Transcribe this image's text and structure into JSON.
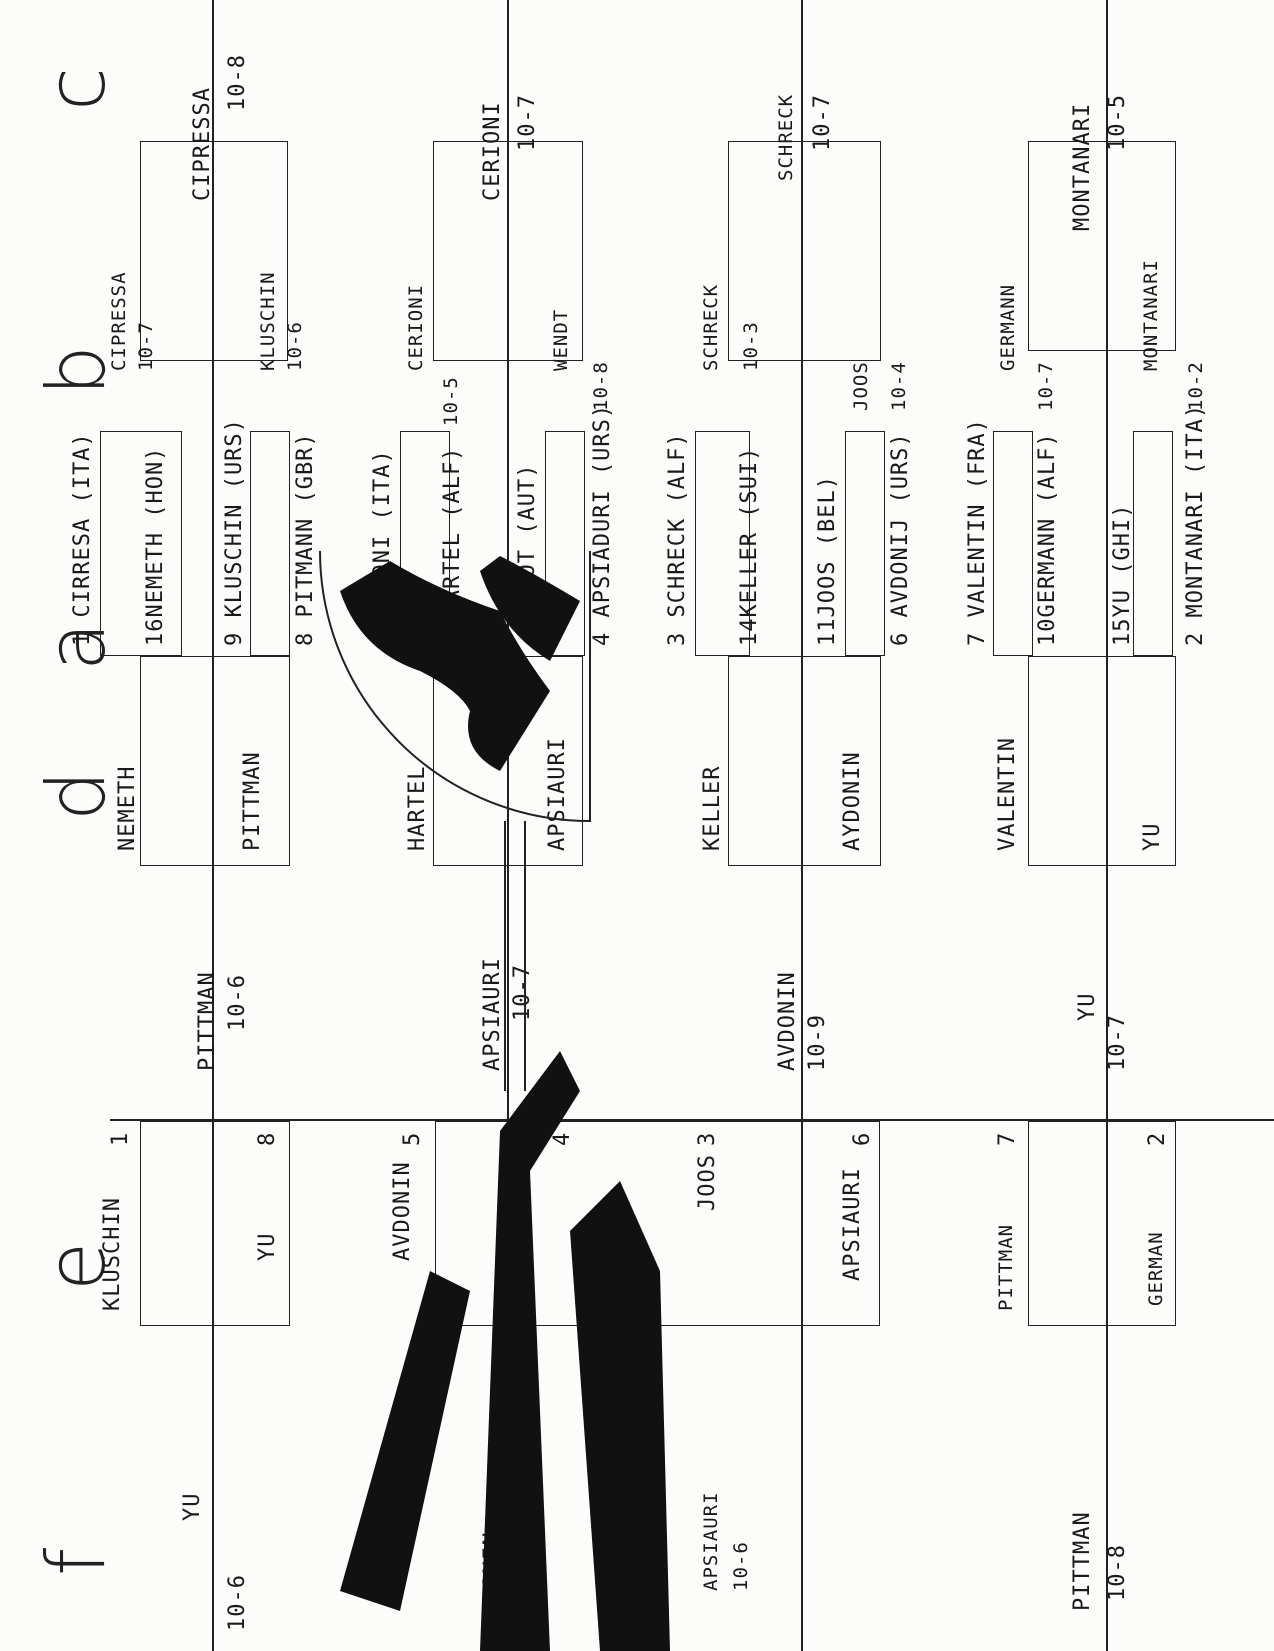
{
  "columns": {
    "a": "a",
    "b": "b",
    "c": "c",
    "d": "d",
    "e": "e",
    "f": "f"
  },
  "section_a": [
    "1 CIRRESA (ITA)",
    "16NEMETH (HON)",
    "9 KLUSCHIN (URS)",
    "8 PITMANN (GBR)",
    "RLONI (ITA)",
    "12HARTEL (ALF)",
    "ENOT (AUT)",
    "4 APSIADURI (URS)",
    "3 SCHRECK (ALF)",
    "14KELLER (SUI)",
    "11JOOS (BEL)",
    "6 AVDONIJ (URS)",
    "7 VALENTIN (FRA)",
    "10GERMANN (ALF)",
    "15YU (GHI)",
    "2 MONTANARI (ITA)"
  ],
  "section_b": [
    {
      "name": "CIPRESSA",
      "score": "10-7"
    },
    {
      "name": "KLUSCHIN",
      "score": "10-6"
    },
    {
      "name": "CERIONI",
      "score": "10-5"
    },
    {
      "name": "WENDT",
      "score": "10-8"
    },
    {
      "name": "SCHRECK",
      "score": "10-3"
    },
    {
      "name": "JOOS",
      "score": "10-4"
    },
    {
      "name": "GERMANN",
      "score": "10-7"
    },
    {
      "name": "MONTANARI",
      "score": "10-2"
    }
  ],
  "section_c": [
    {
      "name": "CIPRESSA",
      "score": "10-8"
    },
    {
      "name": "CERIONI",
      "score": "10-7"
    },
    {
      "name": "SCHRECK",
      "score": "10-7"
    },
    {
      "name": "MONTANARI",
      "score": "10-5"
    }
  ],
  "section_d": [
    "NEMETH",
    "PITTMAN",
    "HARTEL",
    "APSIAURI",
    "KELLER",
    "AYDONIN",
    "VALENTIN",
    "YU"
  ],
  "section_d_winners": [
    {
      "name": "PITTMAN",
      "score": "10-6"
    },
    {
      "name": "APSIAURI",
      "score": "10-7"
    },
    {
      "name": "AVDONIN",
      "score": "10-9"
    },
    {
      "name": "YU",
      "score": "10-7"
    }
  ],
  "section_e": [
    {
      "name": "KLUSCHIN",
      "num": "1"
    },
    {
      "name": "YU",
      "num": "8"
    },
    {
      "name": "AVDONIN",
      "num": "5"
    },
    {
      "name": "",
      "num": "4"
    },
    {
      "name": "JOOS",
      "num": "3"
    },
    {
      "name": "APSIAURI",
      "num": "6"
    },
    {
      "name": "PITTMAN",
      "num": "7"
    },
    {
      "name": "GERMAN",
      "num": "2"
    }
  ],
  "section_f": [
    {
      "name": "YU",
      "score": "10-6"
    },
    {
      "name": "AVDONIN",
      "score": "10-7"
    },
    {
      "name": "APSIAURI",
      "score": "10-6"
    },
    {
      "name": "PITTMAN",
      "score": "10-8"
    }
  ]
}
